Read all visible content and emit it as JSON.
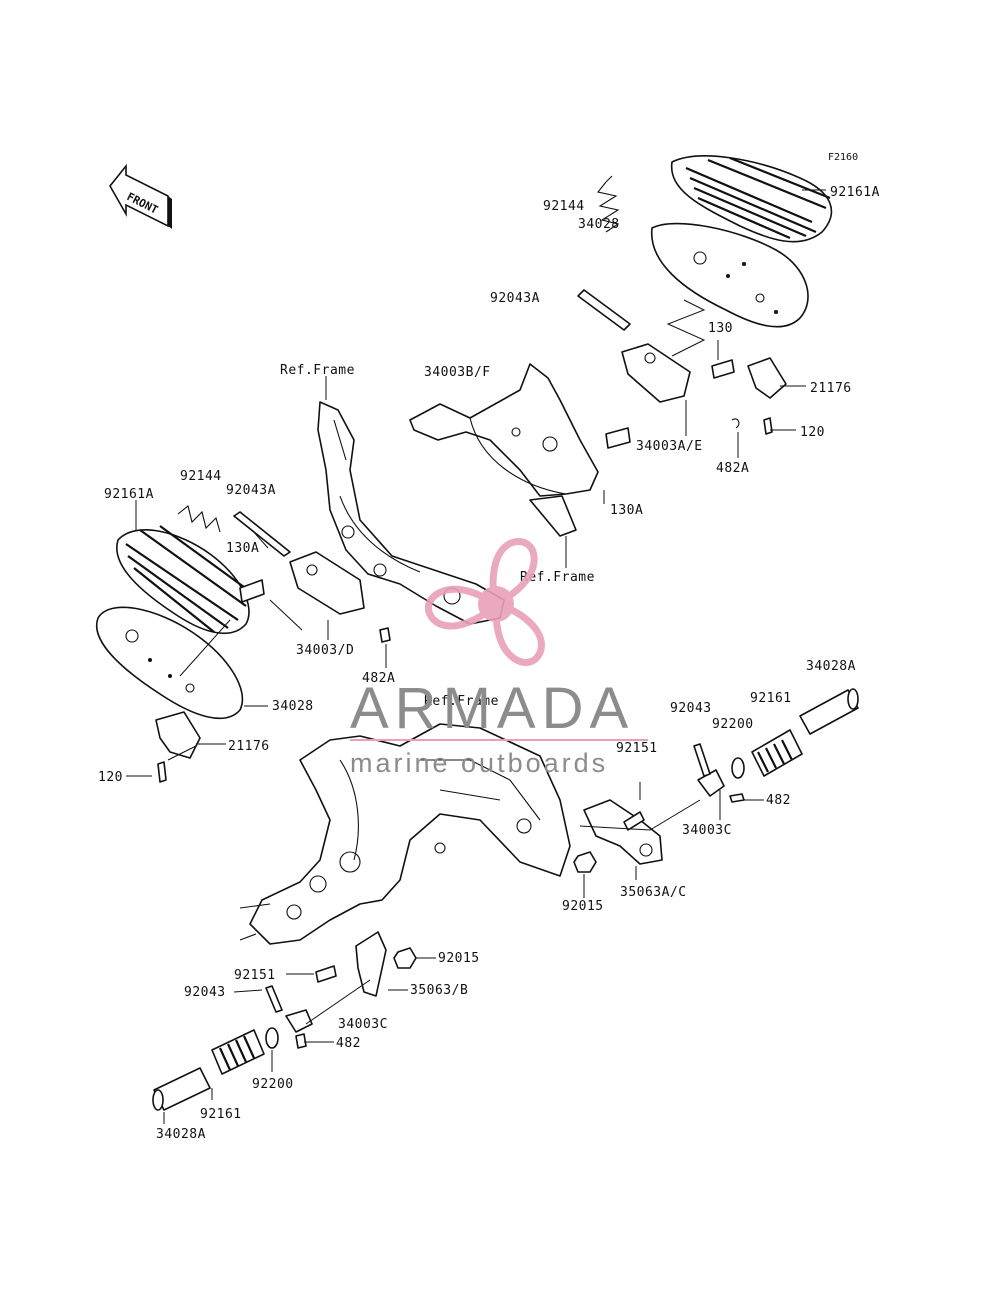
{
  "figure_code": "F2160",
  "front_label": "FRONT",
  "watermark": {
    "brand": "ARMADA",
    "tagline": "marine outboards",
    "logo_color": "#e8a0b8",
    "text_color": "#8c8c8c"
  },
  "callouts": {
    "p92161A_top": "92161A",
    "p92144_top": "92144",
    "p34028_top": "34028",
    "p92043A_top": "92043A",
    "p130_top": "130",
    "p21176_top": "21176",
    "p120_top": "120",
    "p34003BF": "34003B/F",
    "p34003AE": "34003A/E",
    "p482A_top": "482A",
    "p130A_mid": "130A",
    "ref_frame_1": "Ref.Frame",
    "ref_frame_2": "Ref.Frame",
    "ref_frame_3": "Ref.Frame",
    "p92161A_left": "92161A",
    "p92144_left": "92144",
    "p92043A_left": "92043A",
    "p130A_left": "130A",
    "p34003D": "34003/D",
    "p482A_left": "482A",
    "p34028_left": "34028",
    "p21176_left": "21176",
    "p120_left": "120",
    "p34028A_right": "34028A",
    "p92043_right": "92043",
    "p92161_right": "92161",
    "p92200_right": "92200",
    "p92151_right": "92151",
    "p482_right": "482",
    "p34003C_right": "34003C",
    "p92015_right": "92015",
    "p35063AC": "35063A/C",
    "p92015_left": "92015",
    "p92151_left": "92151",
    "p92043_left": "92043",
    "p35063B": "35063/B",
    "p34003C_left": "34003C",
    "p482_left": "482",
    "p92200_left": "92200",
    "p92161_left": "92161",
    "p34028A_left": "34028A"
  }
}
